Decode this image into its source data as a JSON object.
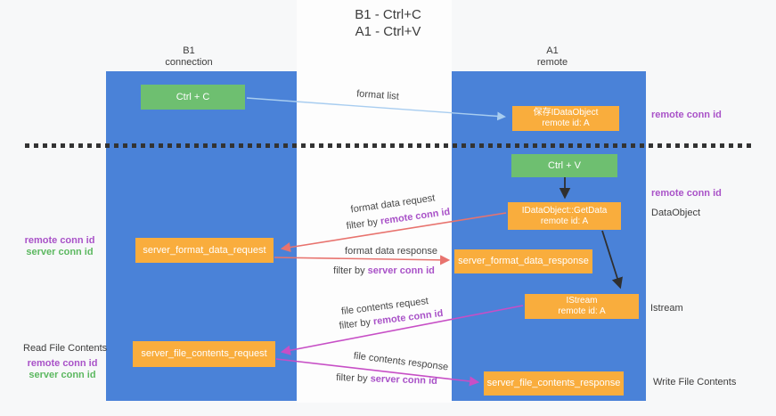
{
  "title": {
    "line1": "B1 - Ctrl+C",
    "line2": "A1 - Ctrl+V"
  },
  "columns": {
    "left": {
      "name": "B1",
      "role": "connection"
    },
    "right": {
      "name": "A1",
      "role": "remote"
    }
  },
  "nodes": {
    "ctrl_c": "Ctrl + C",
    "ctrl_v": "Ctrl + V",
    "save_dataobject": {
      "line1": "保存IDataObject",
      "line2": "remote id: A"
    },
    "getdata": {
      "line1": "IDataObject::GetData",
      "line2": "remote id: A"
    },
    "istream": {
      "line1": "IStream",
      "line2": "remote id: A"
    },
    "format_request": "server_format_data_request",
    "format_response": "server_format_data_response",
    "file_request": "server_file_contents_request",
    "file_response": "server_file_contents_response"
  },
  "labels": {
    "format_list": "format list",
    "format_data_request": "format data request",
    "format_data_response": "format data response",
    "file_contents_request": "file contents request",
    "file_contents_response": "file contents response",
    "filter_by": "filter by",
    "remote_conn_id": "remote conn id",
    "server_conn_id": "server conn id",
    "dataobject": "DataObject",
    "istream": "Istream",
    "read_file_contents": "Read File Contents",
    "write_file_contents": "Write File Contents"
  },
  "colors": {
    "lifeline_blue": "#4a82d8",
    "node_green": "#6ebf70",
    "node_orange": "#f9ad3d",
    "purple_text": "#a952c8",
    "green_text": "#5cb860",
    "arrow_light_blue": "#a8cdf0",
    "arrow_salmon": "#e8736e",
    "arrow_magenta": "#c74fc6",
    "arrow_black": "#2f2f2f",
    "text_dark": "#3c3c3c",
    "background": "#f7f8f9"
  }
}
